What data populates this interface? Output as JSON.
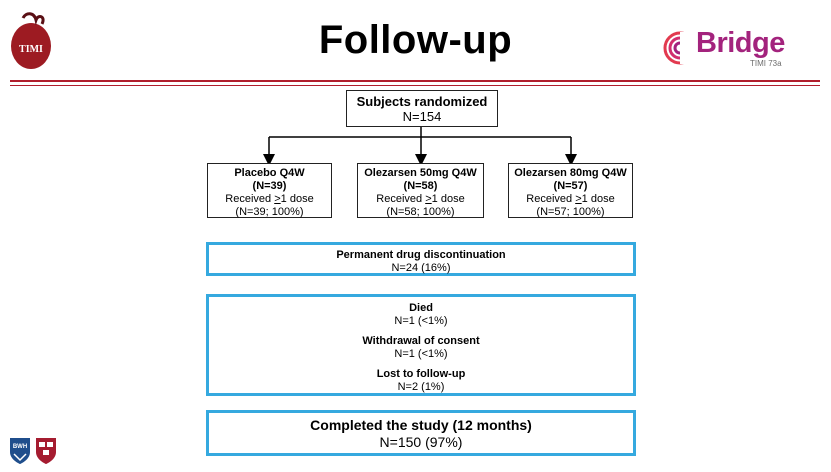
{
  "header": {
    "title": "Follow-up",
    "logo_left_text": "TIMI",
    "logo_right_text": "Bridge",
    "logo_right_subtext": "TIMI 73a",
    "rule_color": "#b01e2d"
  },
  "flowchart": {
    "root": {
      "title": "Subjects randomized",
      "n": "N=154"
    },
    "arms": [
      {
        "name": "Placebo Q4W",
        "n": "(N=39)",
        "dose_prefix": "Received ",
        "dose_underlined": ">",
        "dose_suffix": "1 dose",
        "dose_n": "(N=39; 100%)"
      },
      {
        "name": "Olezarsen 50mg Q4W",
        "n": "(N=58)",
        "dose_prefix": "Received ",
        "dose_underlined": ">",
        "dose_suffix": "1 dose",
        "dose_n": "(N=58; 100%)"
      },
      {
        "name": "Olezarsen 80mg Q4W",
        "n": "(N=57)",
        "dose_prefix": "Received ",
        "dose_underlined": ">",
        "dose_suffix": "1 dose",
        "dose_n": "(N=57; 100%)"
      }
    ],
    "discontinuation": {
      "title": "Permanent drug discontinuation",
      "n": "N=24 (16%)"
    },
    "events": [
      {
        "title": "Died",
        "n": "N=1 (<1%)"
      },
      {
        "title": "Withdrawal of consent",
        "n": "N=1 (<1%)"
      },
      {
        "title": "Lost to follow-up",
        "n": "N=2 (1%)"
      }
    ],
    "completed": {
      "title": "Completed the study (12 months)",
      "n": "N=150 (97%)"
    },
    "accent_color": "#35a9df"
  },
  "footer_logos": {
    "left_text": "BWH"
  }
}
